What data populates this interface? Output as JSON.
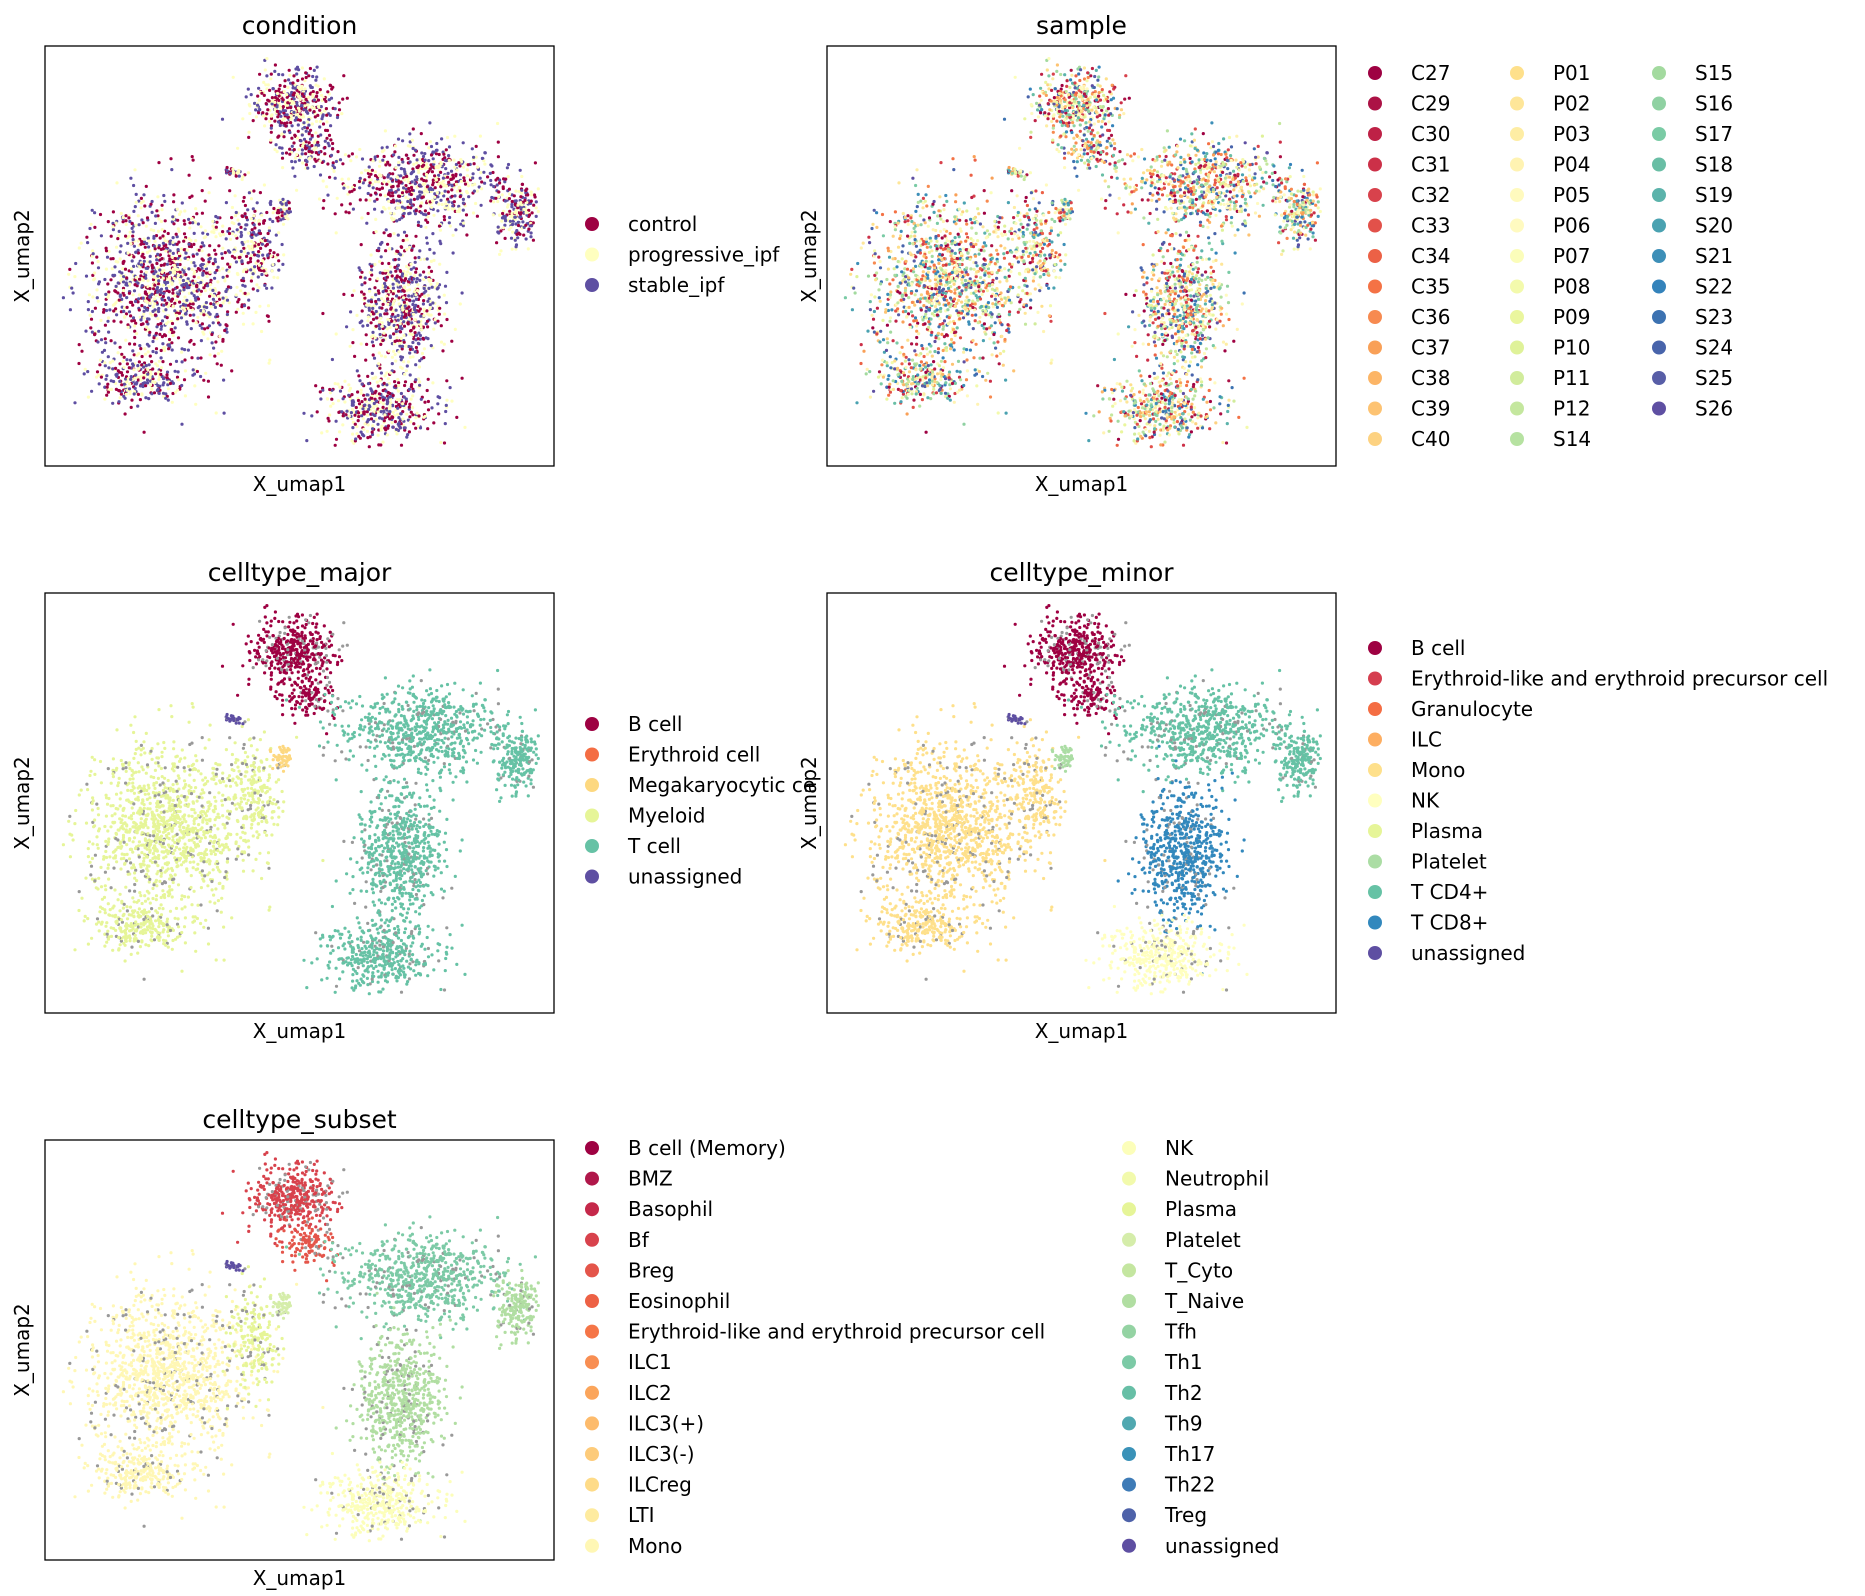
{
  "chart_data": [
    {
      "type": "scatter",
      "title": "condition",
      "xlabel": "X_umap1",
      "ylabel": "X_umap2",
      "legend": [
        "control",
        "progressive_ipf",
        "stable_ipf"
      ],
      "legend_colors": [
        "#9e0142",
        "#ffffbf",
        "#5e4fa2"
      ],
      "legend_columns": 1,
      "legend_placement": "right",
      "ticks": "none",
      "dominant": "mixed"
    },
    {
      "type": "scatter",
      "title": "sample",
      "xlabel": "X_umap1",
      "ylabel": "X_umap2",
      "legend": [
        "C27",
        "C29",
        "C30",
        "C31",
        "C32",
        "C33",
        "C34",
        "C35",
        "C36",
        "C37",
        "C38",
        "C39",
        "C40",
        "P01",
        "P02",
        "P03",
        "P04",
        "P05",
        "P06",
        "P07",
        "P08",
        "P09",
        "P10",
        "P11",
        "P12",
        "S14",
        "S15",
        "S16",
        "S17",
        "S18",
        "S19",
        "S20",
        "S21",
        "S22",
        "S23",
        "S24",
        "S25",
        "S26"
      ],
      "legend_colors": [
        "#9e0142",
        "#ac1245",
        "#be2146",
        "#cc3048",
        "#d8424c",
        "#e2514a",
        "#ec6146",
        "#f47245",
        "#f78a50",
        "#f9a057",
        "#fcb566",
        "#fdc372",
        "#fdd281",
        "#fee08b",
        "#fee699",
        "#feeda4",
        "#fff3b2",
        "#fffabe",
        "#fffac0",
        "#fbfdba",
        "#f3faac",
        "#eaf69e",
        "#dff299",
        "#d1ec9c",
        "#c4e79e",
        "#b6e2a1",
        "#a3da9f",
        "#8fd1a2",
        "#7acba5",
        "#69bea5",
        "#5bb3ab",
        "#4aa2b1",
        "#3d8fb8",
        "#3483bb",
        "#3c72b1",
        "#4864ab",
        "#585ea7",
        "#5e4fa2"
      ],
      "legend_columns": 3,
      "legend_placement": "right",
      "ticks": "none",
      "dominant": "mixed"
    },
    {
      "type": "scatter",
      "title": "celltype_major",
      "xlabel": "X_umap1",
      "ylabel": "X_umap2",
      "legend": [
        "B cell",
        "Erythroid cell",
        "Megakaryocytic ce",
        "Myeloid",
        "T cell",
        "unassigned"
      ],
      "legend_colors": [
        "#9e0142",
        "#f46d43",
        "#fdd880",
        "#e6f598",
        "#66c2a5",
        "#5e4fa2"
      ],
      "legend_columns": 1,
      "legend_placement": "right",
      "ticks": "none",
      "dominant": "categorical"
    },
    {
      "type": "scatter",
      "title": "celltype_minor",
      "xlabel": "X_umap1",
      "ylabel": "X_umap2",
      "legend": [
        "B cell",
        "Erythroid-like and erythroid precursor cell",
        "Granulocyte",
        "ILC",
        "Mono",
        "NK",
        "Plasma",
        "Platelet",
        "T CD4+",
        "T CD8+",
        "unassigned"
      ],
      "legend_colors": [
        "#9e0142",
        "#d53e4f",
        "#f46d43",
        "#fdae61",
        "#fee08b",
        "#ffffbf",
        "#e6f598",
        "#abdda4",
        "#66c2a5",
        "#3288bd",
        "#5e4fa2"
      ],
      "legend_columns": 1,
      "legend_placement": "right",
      "ticks": "none",
      "dominant": "categorical"
    },
    {
      "type": "scatter",
      "title": "celltype_subset",
      "xlabel": "X_umap1",
      "ylabel": "X_umap2",
      "legend": [
        "B cell (Memory)",
        "BMZ",
        "Basophil",
        "Bf",
        "Breg",
        "Eosinophil",
        "Erythroid-like and erythroid precursor cell",
        "ILC1",
        "ILC2",
        "ILC3(+)",
        "ILC3(-)",
        "ILCreg",
        "LTI",
        "Mono",
        "NK",
        "Neutrophil",
        "Plasma",
        "Platelet",
        "T_Cyto",
        "T_Naive",
        "Tfh",
        "Th1",
        "Th2",
        "Th9",
        "Th17",
        "Th22",
        "Treg",
        "unassigned"
      ],
      "legend_colors": [
        "#9e0142",
        "#b0174a",
        "#c5284a",
        "#d8424c",
        "#e4554a",
        "#ed6145",
        "#f57547",
        "#f88e52",
        "#fba55b",
        "#fdbb6c",
        "#fdcb7a",
        "#fedb88",
        "#feeb9f",
        "#fff7b5",
        "#fcfeba",
        "#f2faac",
        "#e6f598",
        "#d5edaa",
        "#c4e6a0",
        "#b1dea2",
        "#94d3a3",
        "#7ccaa6",
        "#67bfa6",
        "#50a8b0",
        "#3a92b8",
        "#3e7bb7",
        "#4e62a9",
        "#5e4fa2"
      ],
      "legend_columns": 2,
      "legend_placement": "right",
      "ticks": "none",
      "dominant": "categorical"
    }
  ]
}
